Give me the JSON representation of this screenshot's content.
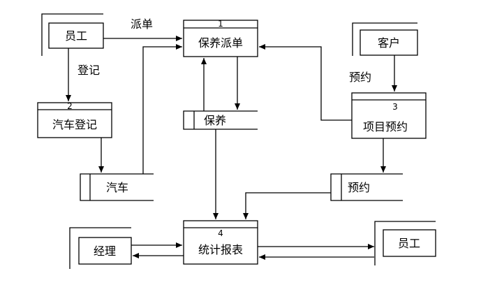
{
  "entities": {
    "employee_top": "员工",
    "customer": "客户",
    "manager": "经理",
    "employee_right": "员工"
  },
  "processes": [
    {
      "number": "1",
      "label": "保养派单"
    },
    {
      "number": "2",
      "label": "汽车登记"
    },
    {
      "number": "3",
      "label": "项目预约"
    },
    {
      "number": "4",
      "label": "统计报表"
    }
  ],
  "data_stores": {
    "maintenance": "保养",
    "car": "汽车",
    "reservation": "预约"
  },
  "flow_labels": {
    "dispatch": "派单",
    "register": "登记",
    "reserve": "预约"
  }
}
